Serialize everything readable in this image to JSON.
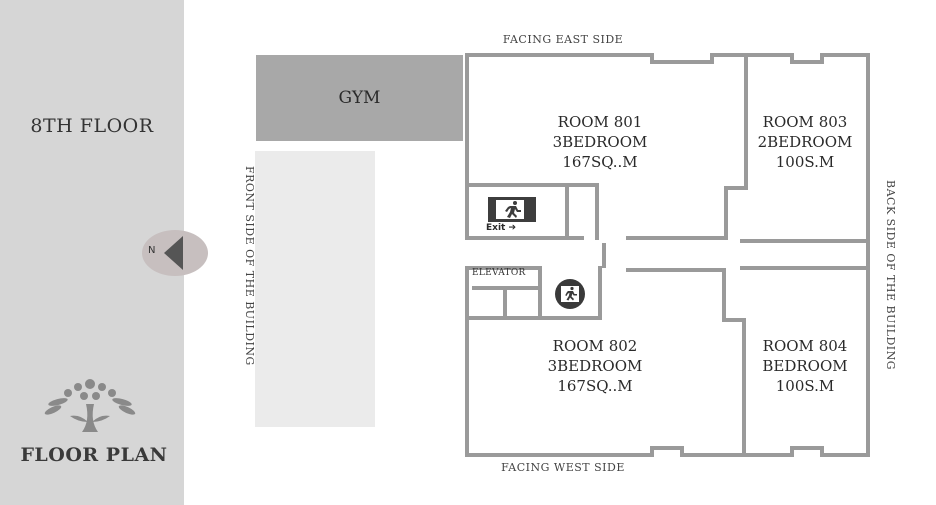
{
  "sidebar": {
    "floor_label": "8TH FLOOR",
    "compass_letter": "N",
    "logo_text": "FLOOR PLAN"
  },
  "plan": {
    "gym_label": "GYM",
    "facing_east": "FACING EAST SIDE",
    "facing_west": "FACING WEST SIDE",
    "front_side": "FRONT SIDE OF THE BUILDING",
    "back_side": "BACK SIDE OF THE BUILDING",
    "elevator_label": "ELEVATOR",
    "exit_text": "Exit ➔",
    "rooms": {
      "r801": {
        "name": "ROOM 801",
        "type": "3BEDROOM",
        "area": "167SQ..M"
      },
      "r803": {
        "name": "ROOM 803",
        "type": "2BEDROOM",
        "area": "100S.M"
      },
      "r802": {
        "name": "ROOM 802",
        "type": "3BEDROOM",
        "area": "167SQ..M"
      },
      "r804": {
        "name": "ROOM 804",
        "type": "BEDROOM",
        "area": "100S.M"
      }
    }
  },
  "colors": {
    "sidebar_bg": "#d6d6d6",
    "wall": "#9a9a9a",
    "gym": "#a8a8a8",
    "front_area": "#ebebeb"
  }
}
